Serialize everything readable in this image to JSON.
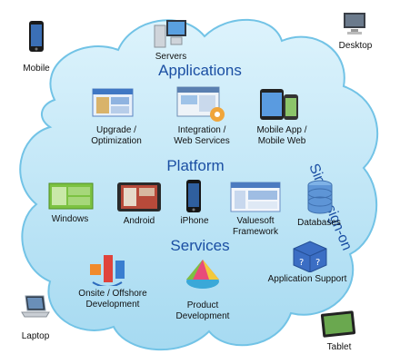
{
  "colors": {
    "heading": "#1b4fa3",
    "cloud_fill_top": "#d9f1fb",
    "cloud_fill_bottom": "#a8dbf1",
    "cloud_stroke": "#6fbfe4"
  },
  "devices": {
    "mobile": "Mobile",
    "servers": "Servers",
    "desktop": "Desktop",
    "laptop": "Laptop",
    "tablet": "Tablet"
  },
  "sso": "Single sign-on",
  "applications": {
    "heading": "Applications",
    "items": [
      "Upgrade /\nOptimization",
      "Integration /\nWeb Services",
      "Mobile App /\nMobile Web"
    ]
  },
  "platform": {
    "heading": "Platform",
    "items": [
      "Windows",
      "Android",
      "iPhone",
      "Valuesoft\nFramework",
      "Databases"
    ]
  },
  "services": {
    "heading": "Services",
    "items": [
      "Onsite / Offshore\nDevelopment",
      "Product\nDevelopment",
      "Application Support"
    ]
  }
}
